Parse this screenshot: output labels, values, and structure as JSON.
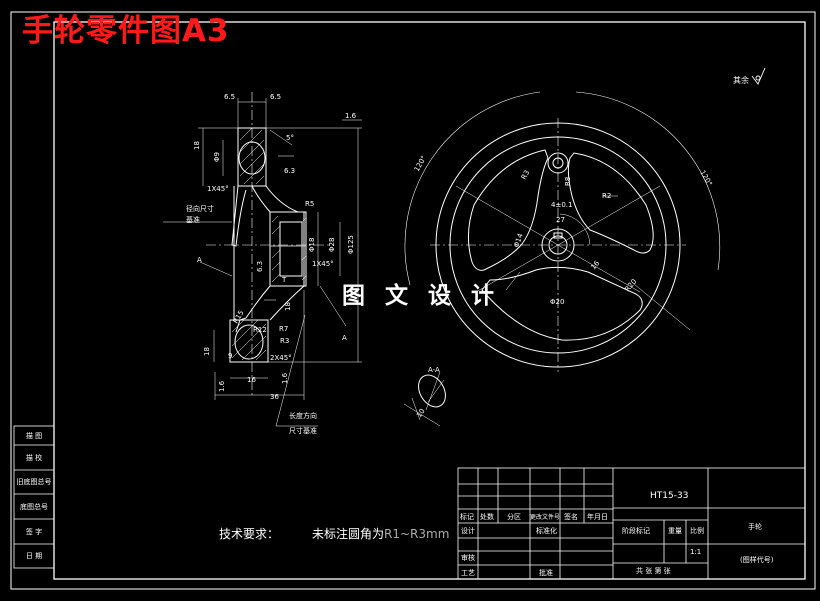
{
  "title": "手轮零件图A3",
  "watermark": "图 文 设 计",
  "roughness_note": "其余",
  "tech_requirements": {
    "heading": "技术要求：",
    "note_prefix": "未标注圆角为",
    "note_value": "R1~R3mm"
  },
  "section_dims": {
    "top_left": "6.5",
    "top_right": "6.5",
    "ra_top": "1.6",
    "height_18_top": "18",
    "d9_top": "Φ9",
    "angle": "5°",
    "depth": "6.3",
    "chamfer_top": "1X45°",
    "radial_ref": "径向尺寸",
    "datum": "基准",
    "section_a_left": "A",
    "hub_chamfer": "1X45°",
    "hub_d1": "Φ28",
    "hub_d2": "Φ18",
    "overall_d": "Φ125",
    "hub_h": "6.3",
    "small_t": "T",
    "dim_18_mid": "18",
    "dim_r5": "R5",
    "dim_r7": "R7",
    "dim_r12": "R12",
    "dim_r15": "R15",
    "dim_r3": "R3",
    "height_18_bot": "18",
    "d9_bot": "9",
    "chamfer_bot": "2X45°",
    "ra_bot_left": "1.6",
    "ra_bot_right": "1.6",
    "w16": "16",
    "w36": "36",
    "length_dir": "长度方向",
    "dim_datum": "尺寸基准",
    "section_a_right": "A"
  },
  "front_dims": {
    "ang_left": "120°",
    "ang_right": "120°",
    "r3": "R3",
    "w4": "4±0.1",
    "r2": "R2",
    "r8": "R8",
    "d14": "Φ14",
    "d20": "Φ20",
    "d27": "27",
    "d16": "16",
    "r20": "R20"
  },
  "aa": {
    "label": "A-A",
    "w10": "10"
  },
  "left_strip": [
    "描 图",
    "描 校",
    "旧底图总号",
    "底图总号",
    "签 字",
    "日 期"
  ],
  "title_block": {
    "material": "HT15-33",
    "part_name": "手轮",
    "drawing_no": "(图样代号)",
    "scale": "1:1",
    "stage": "阶段标记",
    "weight": "重量",
    "ratio": "比例",
    "sheets": "共 张 第 张",
    "h_mark": "标记",
    "h_count": "处数",
    "h_zone": "分区",
    "h_doc": "更改文件号",
    "h_sign": "签名",
    "h_date": "年月日",
    "r_design": "设计",
    "r_std": "标准化",
    "r_review": "审核",
    "r_process": "工艺",
    "r_approve": "批准"
  }
}
